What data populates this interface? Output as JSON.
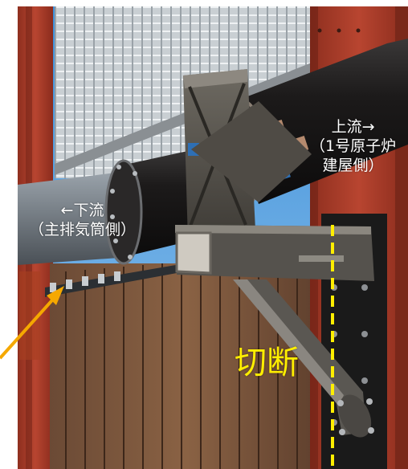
{
  "labels": {
    "upstream": [
      "上流→",
      "（1号原子炉",
      "建屋側）"
    ],
    "downstream": [
      "←下流",
      "（主排気筒側）"
    ],
    "cut": "切断"
  },
  "colors": {
    "cut_line": "#ffee00",
    "arrow": "#f5a800",
    "label_text": "#ffffff",
    "steel_red": "#a83a26",
    "pipe_black": "#1e1c1c",
    "sky": "#5aa8e6"
  }
}
